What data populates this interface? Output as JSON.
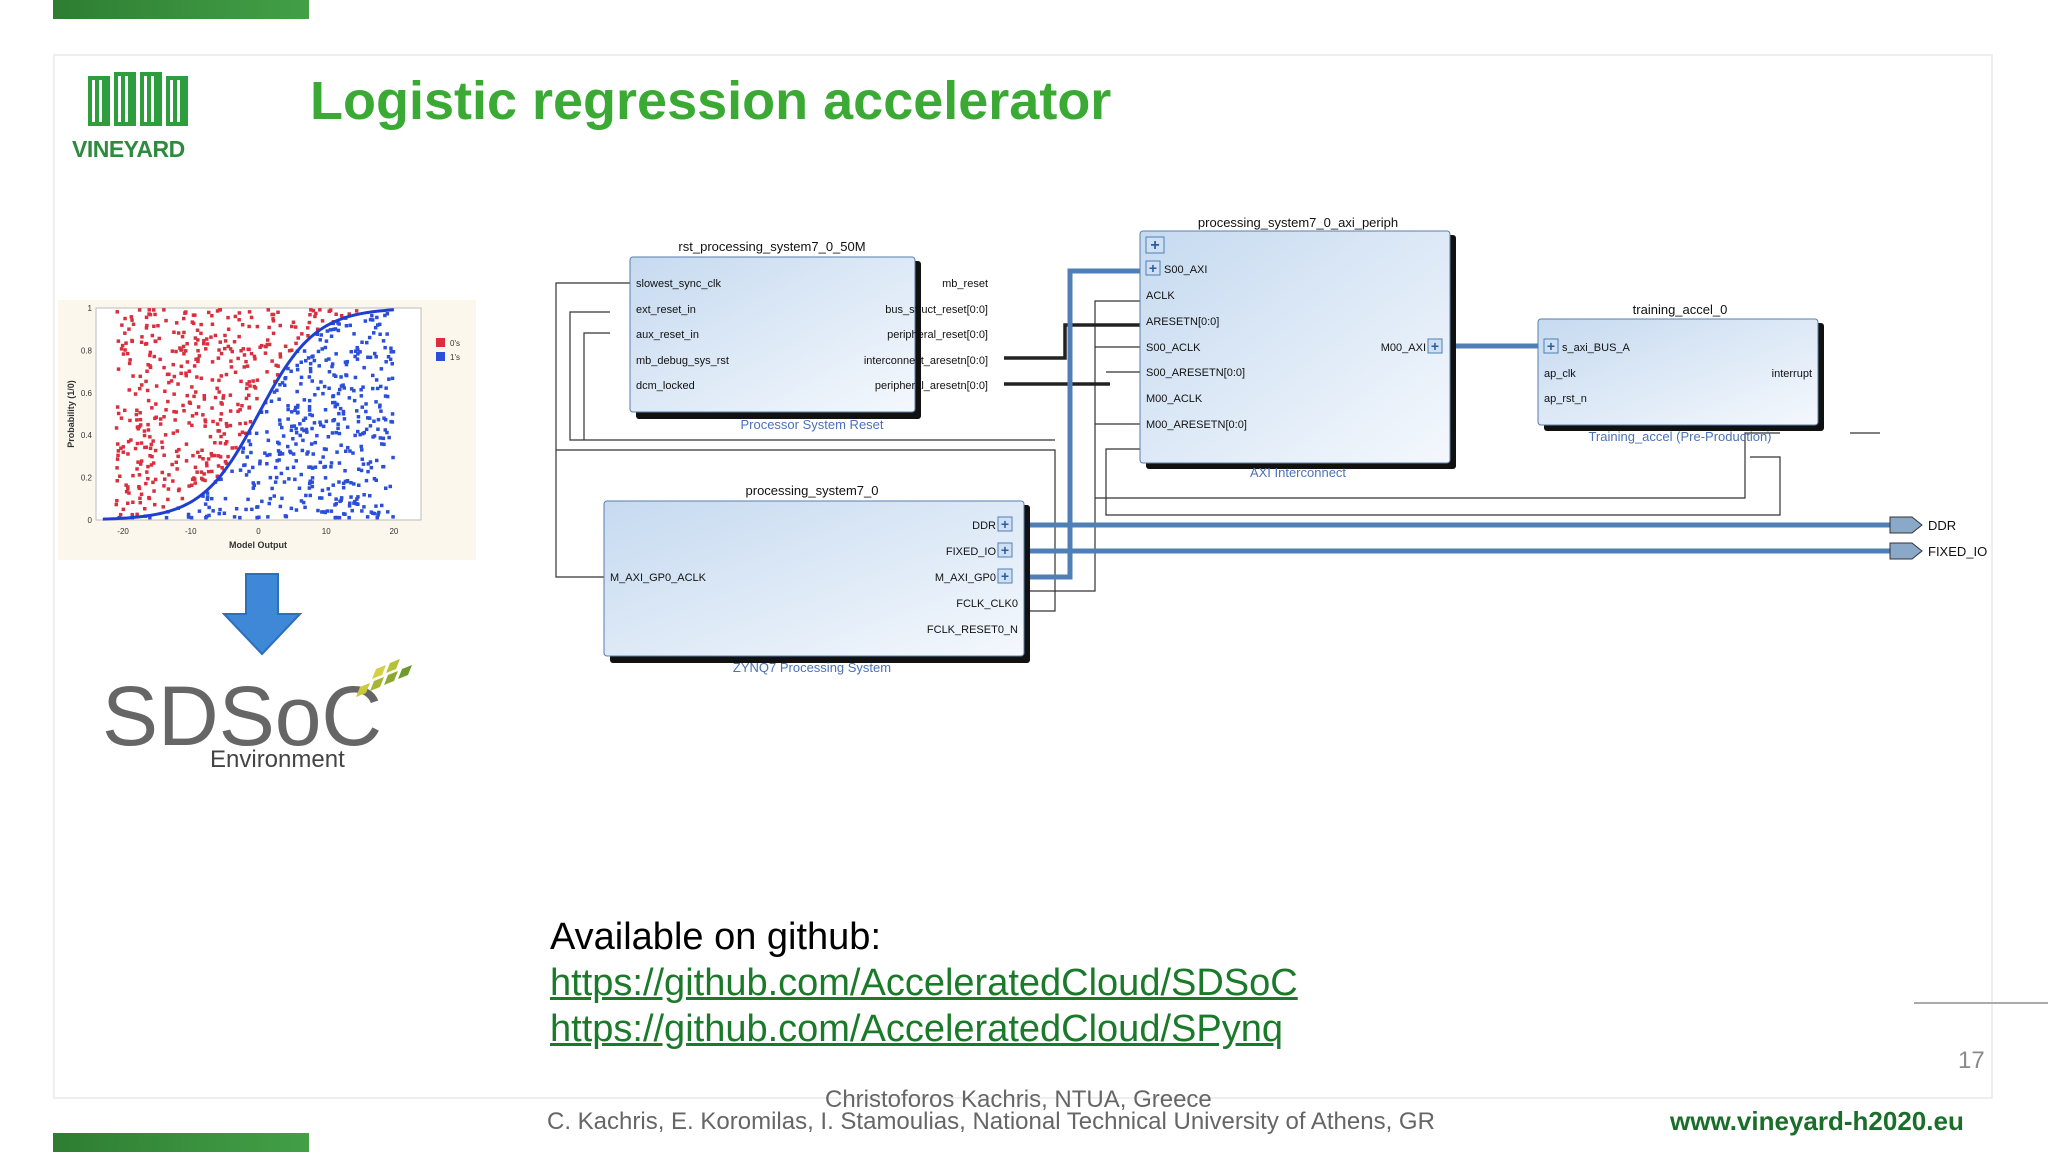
{
  "slide": {
    "title": "Logistic regression accelerator",
    "logo_text": "VINEYARD",
    "page_number": "17",
    "available_label": "Available on github:",
    "links": [
      "https://github.com/AcceleratedCloud/SDSoC",
      "https://github.com/AcceleratedCloud/SPynq"
    ],
    "footer_line1": "Christoforos Kachris, NTUA, Greece",
    "footer_line2": "C. Kachris, E. Koromilas, I. Stamoulias, National Technical University of Athens, GR",
    "footer_url": "www.vineyard-h2020.eu",
    "colors": {
      "title_green": "#3aaa35",
      "link_green": "#1a7a2a",
      "bar_green": "#2e7d32"
    }
  },
  "plot": {
    "ylabel": "Probability (1/0)",
    "xlabel": "Model Output",
    "xticks": [
      "-20",
      "-10",
      "0",
      "10",
      "20"
    ],
    "yticks": [
      "0",
      "0.2",
      "0.4",
      "0.6",
      "0.8",
      "1"
    ],
    "legend": [
      "0's",
      "1's"
    ],
    "colors": {
      "zeros": "#d8303f",
      "ones": "#2b4fd8",
      "curve": "#1f3fd0"
    }
  },
  "sdsoc": {
    "wordmark": "SDSoC",
    "tm": "™",
    "subtitle": "Environment"
  },
  "blocks": {
    "rst": {
      "title": "rst_processing_system7_0_50M",
      "subtitle": "Processor System Reset",
      "left_ports": [
        "slowest_sync_clk",
        "ext_reset_in",
        "aux_reset_in",
        "mb_debug_sys_rst",
        "dcm_locked"
      ],
      "right_ports": [
        "mb_reset",
        "bus_struct_reset[0:0]",
        "peripheral_reset[0:0]",
        "interconnect_aresetn[0:0]",
        "peripheral_aresetn[0:0]"
      ]
    },
    "periph": {
      "title": "processing_system7_0_axi_periph",
      "subtitle": "AXI Interconnect",
      "left_ports": [
        "S00_AXI",
        "ACLK",
        "ARESETN[0:0]",
        "S00_ACLK",
        "S00_ARESETN[0:0]",
        "M00_ACLK",
        "M00_ARESETN[0:0]"
      ],
      "right_ports": [
        "M00_AXI"
      ]
    },
    "accel": {
      "title": "training_accel_0",
      "subtitle": "Training_accel (Pre-Production)",
      "left_ports": [
        "s_axi_BUS_A",
        "ap_clk",
        "ap_rst_n"
      ],
      "right_ports": [
        "interrupt"
      ]
    },
    "ps7": {
      "title": "processing_system7_0",
      "subtitle": "ZYNQ7 Processing System",
      "left_ports": [
        "M_AXI_GP0_ACLK"
      ],
      "right_ports": [
        "DDR",
        "FIXED_IO",
        "M_AXI_GP0",
        "FCLK_CLK0",
        "FCLK_RESET0_N"
      ]
    },
    "outputs": [
      "DDR",
      "FIXED_IO"
    ]
  }
}
